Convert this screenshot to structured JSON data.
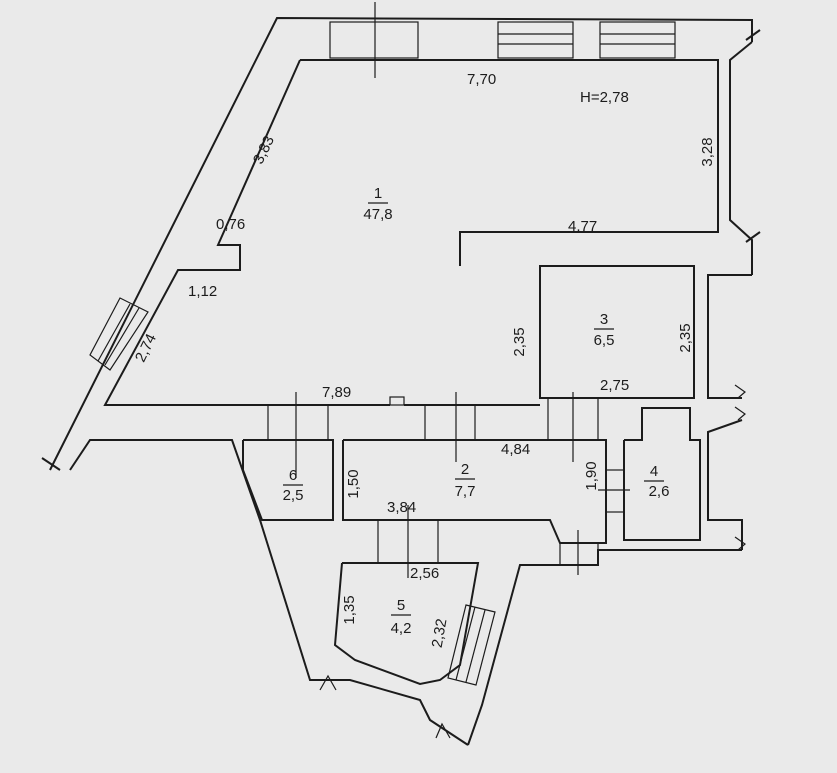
{
  "plan": {
    "height_label": "H=2,78",
    "rooms": [
      {
        "number": "1",
        "area": "47,8"
      },
      {
        "number": "2",
        "area": "7,7"
      },
      {
        "number": "3",
        "area": "6,5"
      },
      {
        "number": "4",
        "area": "2,6"
      },
      {
        "number": "5",
        "area": "4,2"
      },
      {
        "number": "6",
        "area": "2,5"
      }
    ],
    "dimensions": {
      "top_wall": "7,70",
      "right_upper": "3,28",
      "mid_ledge": "4,77",
      "diag_upper": "3,83",
      "small_ledge": "0,76",
      "ledge_left": "1,12",
      "diag_lower": "2,74",
      "room1_bottom": "7,89",
      "room3_left": "2,35",
      "room3_right": "2,35",
      "room3_bottom": "2,75",
      "room2_top": "4,84",
      "room2_left": "1,50",
      "room2_right": "1,90",
      "room5_outer_top": "3,84",
      "room5_inner_top": "2,56",
      "room5_left": "1,35",
      "room5_right": "2,32"
    }
  }
}
